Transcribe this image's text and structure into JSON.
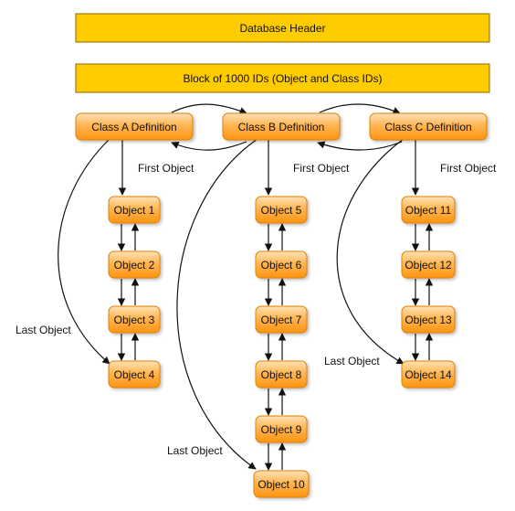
{
  "header": {
    "title": "Database Header"
  },
  "id_block": {
    "title": "Block of 1000 IDs (Object and Class IDs)"
  },
  "classes": {
    "a": "Class A Definition",
    "b": "Class B Definition",
    "c": "Class C Definition"
  },
  "objects": {
    "o1": "Object 1",
    "o2": "Object 2",
    "o3": "Object 3",
    "o4": "Object 4",
    "o5": "Object 5",
    "o6": "Object 6",
    "o7": "Object 7",
    "o8": "Object 8",
    "o9": "Object 9",
    "o10": "Object 10",
    "o11": "Object 11",
    "o12": "Object 12",
    "o13": "Object 13",
    "o14": "Object 14"
  },
  "labels": {
    "first_a": "First Object",
    "first_b": "First Object",
    "first_c": "First Object",
    "last_a": "Last Object",
    "last_b": "Last Object",
    "last_c": "Last Object"
  },
  "colors": {
    "bar_fill": "#FFCC00",
    "bar_stroke": "#8A6A00",
    "node_top": "#FFD9A6",
    "node_bottom": "#FF9A1F",
    "node_stroke": "#E08000",
    "line": "#111111"
  }
}
